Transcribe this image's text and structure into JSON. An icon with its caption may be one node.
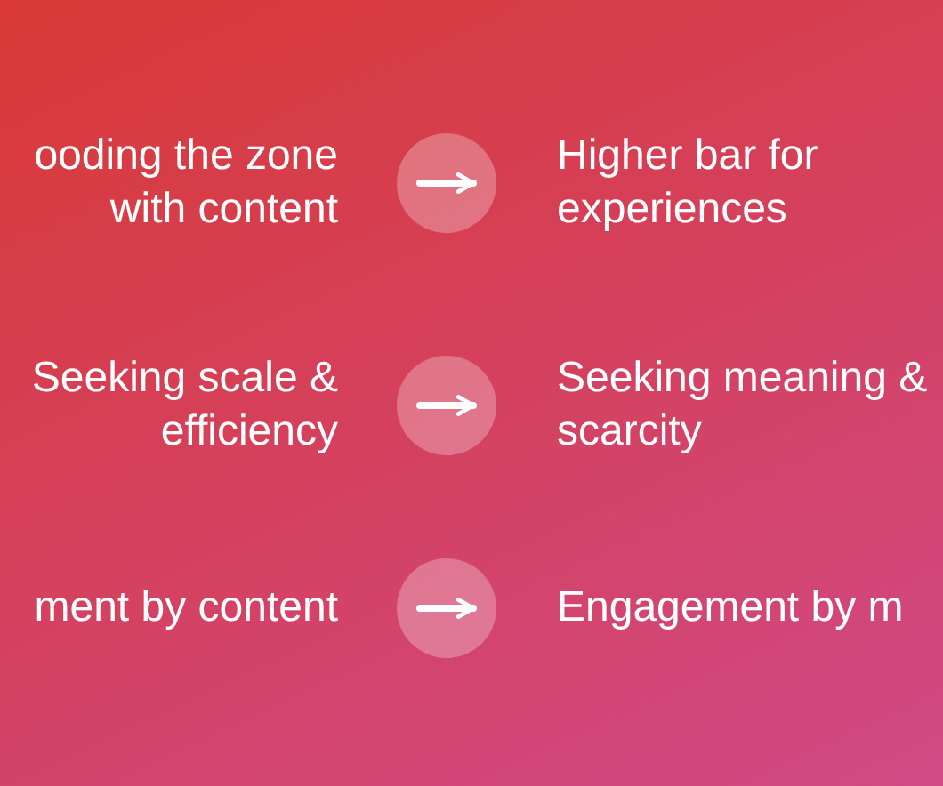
{
  "diagram": {
    "nodes": [
      {
        "text": [
          "ooding the zone with content"
        ]
      },
      {
        "text": [
          "Higher bar for experiences"
        ]
      },
      {
        "text": [
          "Seeking scale & efficiency"
        ]
      },
      {
        "text": [
          "Seeking meaning & scarcity"
        ]
      },
      {
        "text": [
          "ment by content"
        ]
      },
      {
        "text": [
          "Engagement by m"
        ]
      }
    ],
    "edges": [
      {
        "from": 0,
        "to": 1,
        "arrow": "to"
      },
      {
        "from": 2,
        "to": 3,
        "arrow": "to"
      },
      {
        "from": 4,
        "to": 5,
        "arrow": "to"
      }
    ]
  }
}
